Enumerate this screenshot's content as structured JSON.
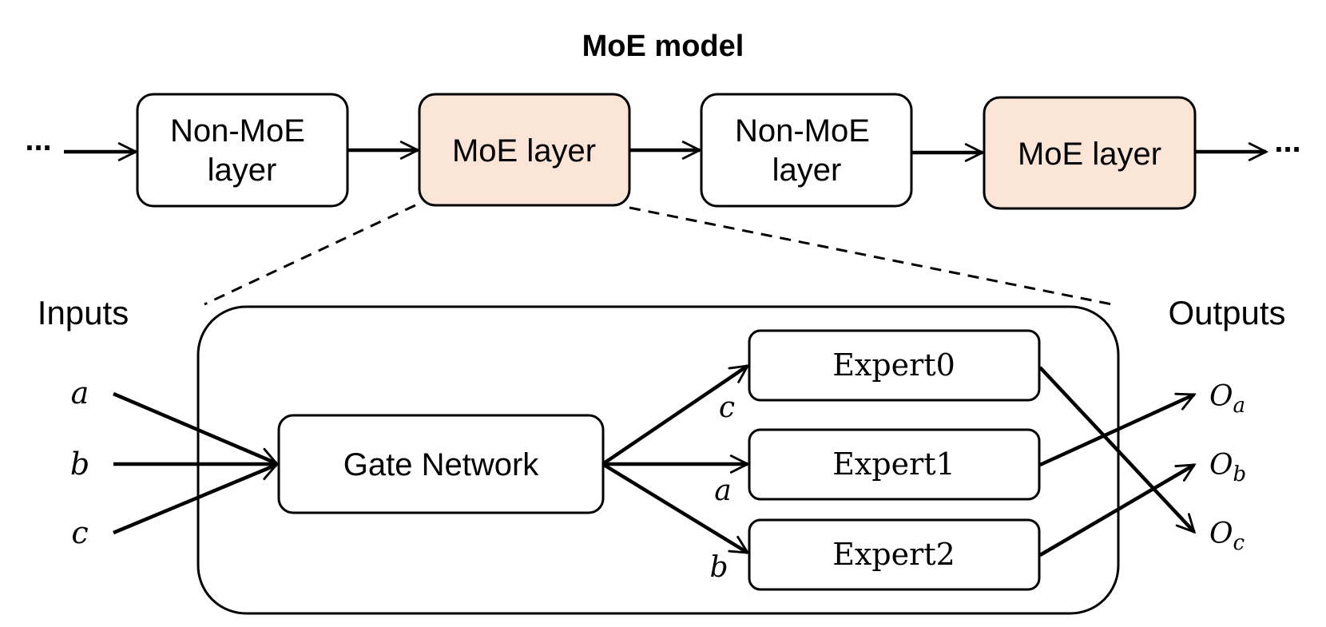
{
  "title": "MoE model",
  "ellipsis": "...",
  "top_row": {
    "block1": "Non-MoE\nlayer",
    "block2": "MoE layer",
    "block3": "Non-MoE\nlayer",
    "block4": "MoE layer"
  },
  "inputs_heading": "Inputs",
  "outputs_heading": "Outputs",
  "inputs": [
    "a",
    "b",
    "c"
  ],
  "gate_label": "Gate Network",
  "experts": [
    "Expert0",
    "Expert1",
    "Expert2"
  ],
  "route_labels": [
    "c",
    "a",
    "b"
  ],
  "outputs": [
    {
      "base": "O",
      "sub": "a"
    },
    {
      "base": "O",
      "sub": "b"
    },
    {
      "base": "O",
      "sub": "c"
    }
  ],
  "colors": {
    "moe_fill": "#fbe5d6",
    "plain_fill": "#ffffff",
    "stroke": "#000000"
  }
}
